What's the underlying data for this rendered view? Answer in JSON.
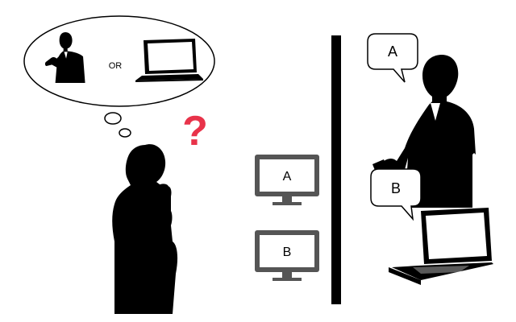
{
  "thought_bubble": {
    "connector_text": "OR",
    "contents": [
      "person-presenting-icon",
      "laptop-icon"
    ]
  },
  "question_mark": {
    "text": "?",
    "color": "#e8334a"
  },
  "monitors": [
    {
      "label": "A"
    },
    {
      "label": "B"
    }
  ],
  "speech_bubbles": [
    {
      "label": "A",
      "speaker": "person-presenting-icon"
    },
    {
      "label": "B",
      "speaker": "laptop-icon"
    }
  ],
  "colors": {
    "silhouette": "#000000",
    "monitor": "#555555",
    "bubble_stroke": "#000000",
    "divider": "#000000"
  }
}
